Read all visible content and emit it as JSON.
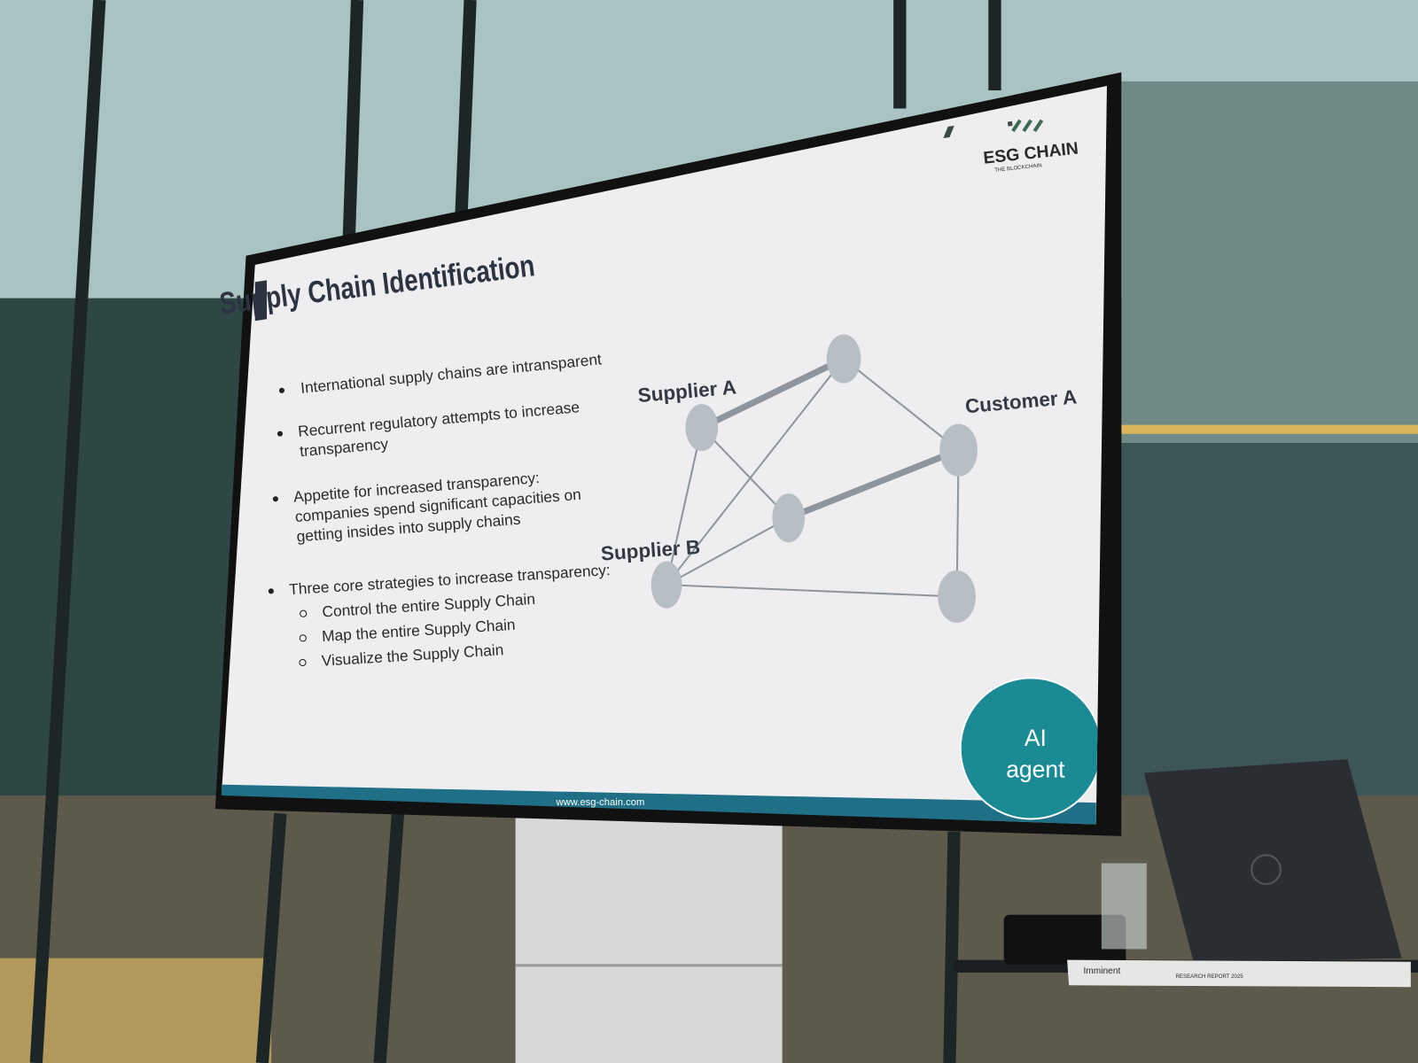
{
  "slide": {
    "logo": {
      "name": "ESG CHAIN",
      "tagline": "THE BLOCKCHAIN"
    },
    "title": "Supply Chain Identification",
    "bullets": [
      {
        "lines": [
          "International supply chains are intransparent"
        ]
      },
      {
        "lines": [
          "Recurrent regulatory attempts to increase",
          "transparency"
        ]
      },
      {
        "lines": [
          "Appetite for increased transparency:",
          "companies spend significant capacities on",
          "getting insides into supply chains"
        ]
      },
      {
        "lines": [
          "Three core strategies to increase transparency:"
        ]
      }
    ],
    "sub_bullets": [
      "Control the entire Supply Chain",
      "Map the entire Supply Chain",
      "Visualize the Supply Chain"
    ],
    "diagram": {
      "labels": {
        "supplier_a": "Supplier A",
        "supplier_b": "Supplier B",
        "customer_a": "Customer A"
      }
    },
    "badge": {
      "line1": "AI",
      "line2": "agent"
    },
    "footer_url": "www.esg-chain.com"
  },
  "table_items": {
    "book_brand": "Imminent",
    "book_subtitle": "RESEARCH REPORT 2025"
  },
  "colors": {
    "accent_teal": "#1a8b95",
    "slide_bg": "#eeeef0",
    "footer_bar": "#1f6f86"
  }
}
